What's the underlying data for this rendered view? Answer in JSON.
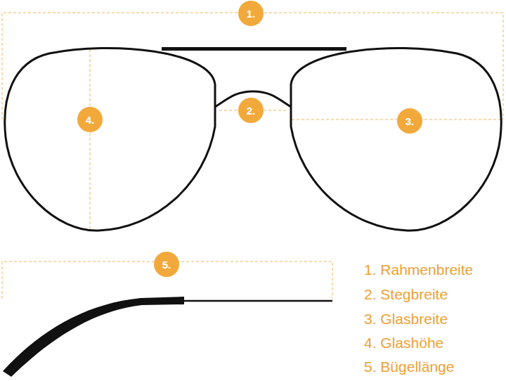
{
  "diagram": {
    "nodes": [
      {
        "text": [
          "1."
        ]
      },
      {
        "text": [
          "2."
        ]
      },
      {
        "text": [
          "3."
        ]
      },
      {
        "text": [
          "4."
        ]
      },
      {
        "text": [
          "5."
        ]
      }
    ],
    "labels": [
      "1. Rahmenbreite",
      "2. Stegbreite",
      "3. Glasbreite",
      "4. Glashöhe",
      "5. Bügellänge"
    ]
  }
}
